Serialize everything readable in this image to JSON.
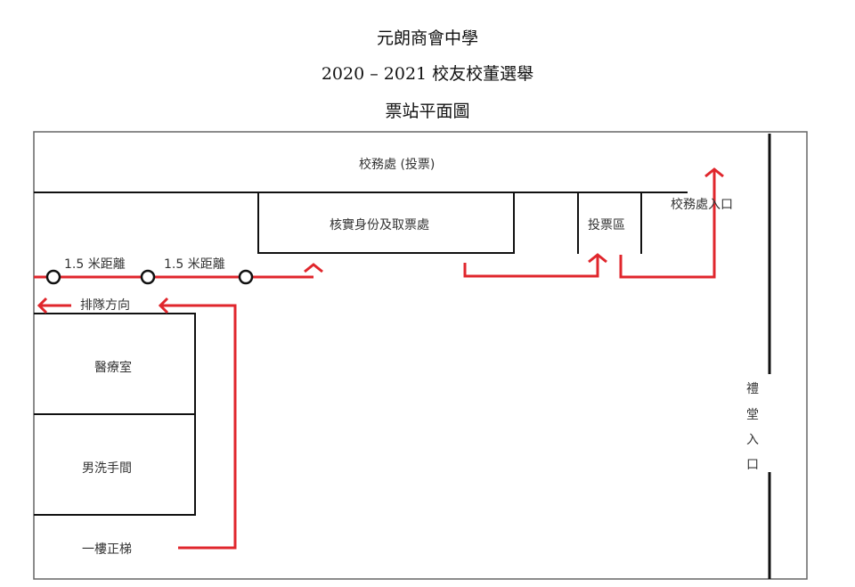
{
  "title": {
    "school": "元朗商會中學",
    "election": "2020 – 2021 校友校董選舉",
    "plan": "票站平面圖"
  },
  "rooms": {
    "general_office": "校務處 (投票)",
    "verification": "核實身份及取票處",
    "voting_area": "投票區",
    "office_entrance": "校務處入口",
    "medical_room": "醫療室",
    "male_toilet": "男洗手間",
    "staircase": "一樓正梯",
    "hall_entrance": [
      "禮",
      "堂",
      "入",
      "口"
    ]
  },
  "queue": {
    "distance_1": "1.5 米距離",
    "distance_2": "1.5 米距離",
    "direction": "排隊方向"
  },
  "colors": {
    "path": "#e0262c",
    "wall": "#111111"
  }
}
